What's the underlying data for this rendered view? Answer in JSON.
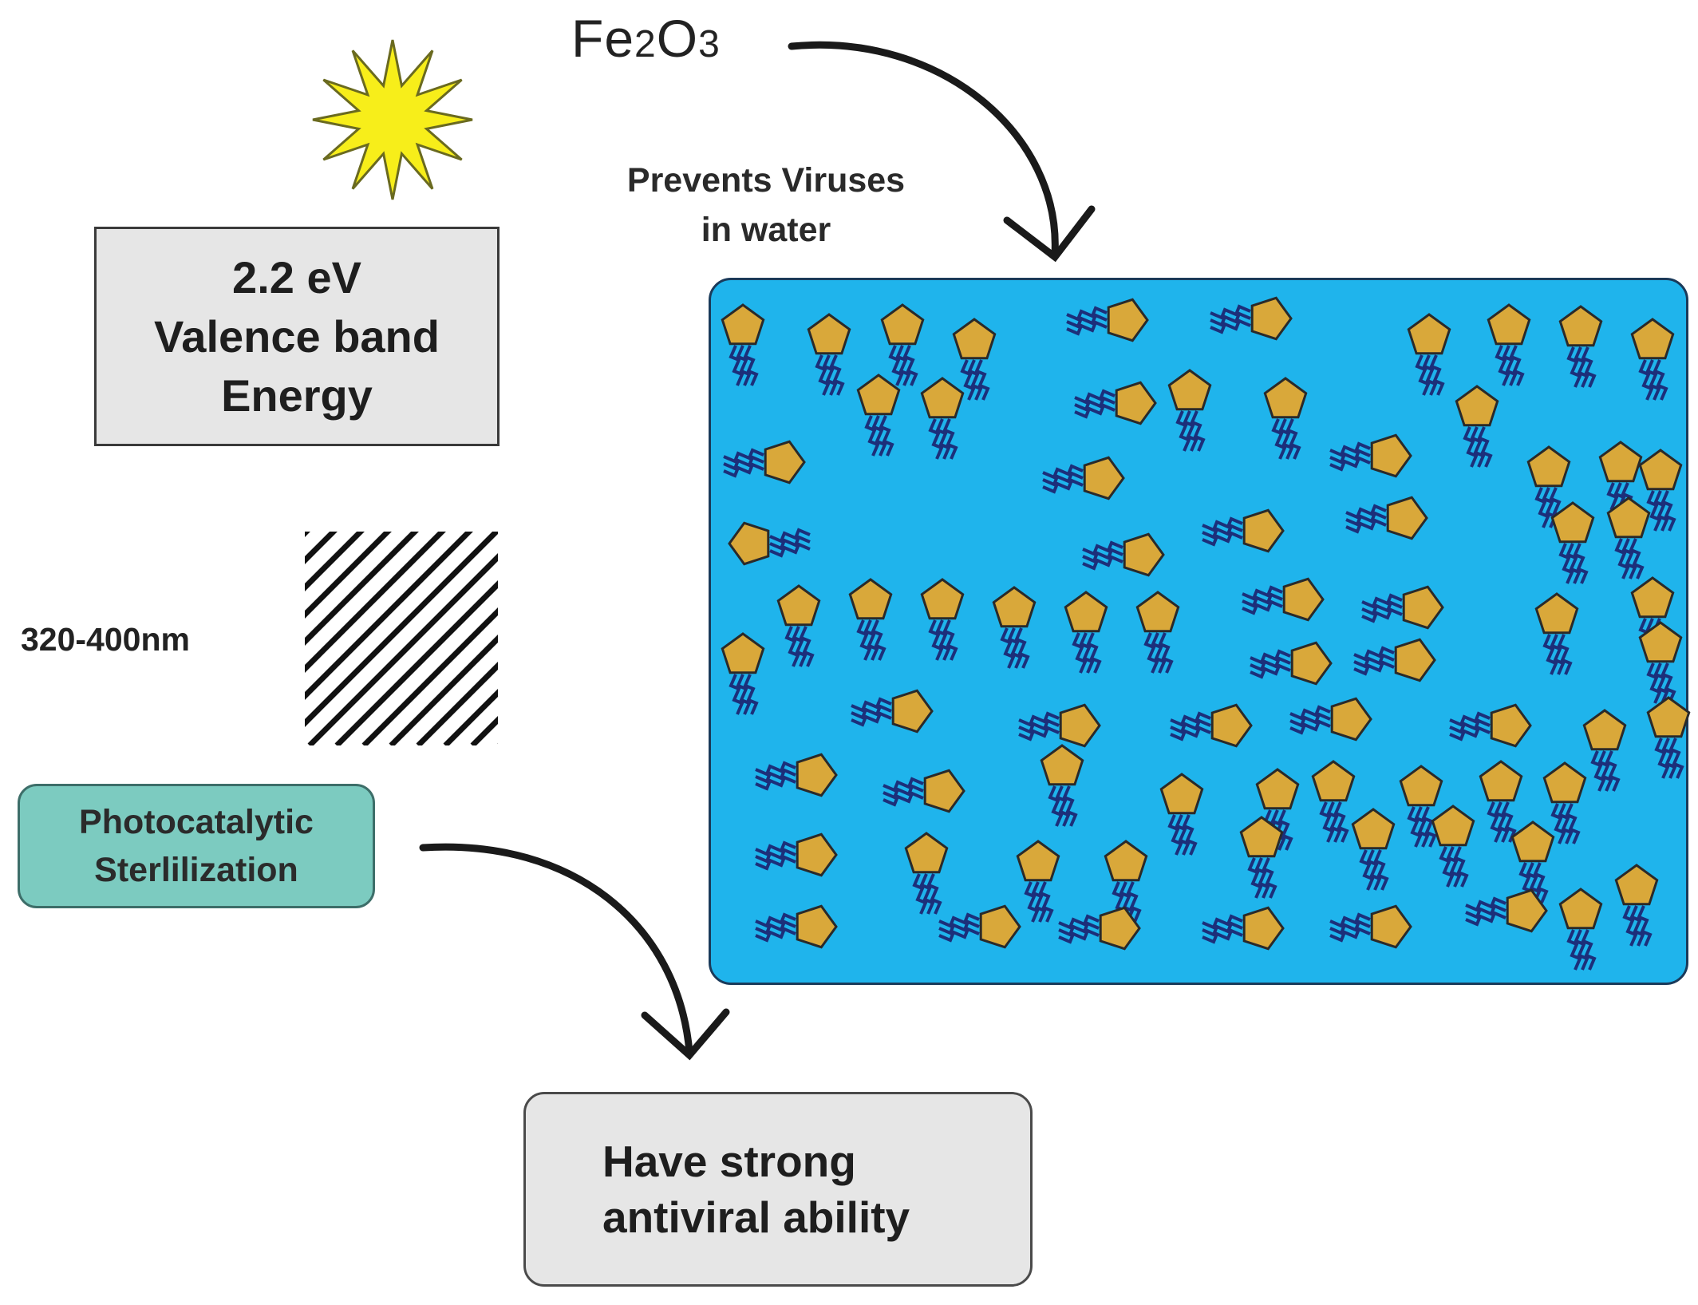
{
  "formula": {
    "base1": "Fe",
    "sub1": "2",
    "base2": "O",
    "sub2": "3"
  },
  "labels": {
    "prevents_line1": "Prevents Viruses",
    "prevents_line2": "in water",
    "energy_line1": "2.2 eV",
    "energy_line2": "Valence band",
    "energy_line3": "Energy",
    "wavelength": "320-400nm",
    "photocatalytic_line1": "Photocatalytic",
    "photocatalytic_line2": "Sterlilization",
    "ability_line1": "Have strong",
    "ability_line2": "antiviral ability"
  },
  "colors": {
    "sun": "#f7ee1a",
    "water": "#1fb4ec",
    "virus_head": "#d9a83a",
    "virus_tail": "#1c2f7a",
    "photo_box": "#7ccbc0",
    "grey_box": "#e6e6e6"
  },
  "icons": {
    "sun": "sun-icon",
    "hatch": "uv-light-hatch-icon",
    "virus": "virus-icon"
  }
}
